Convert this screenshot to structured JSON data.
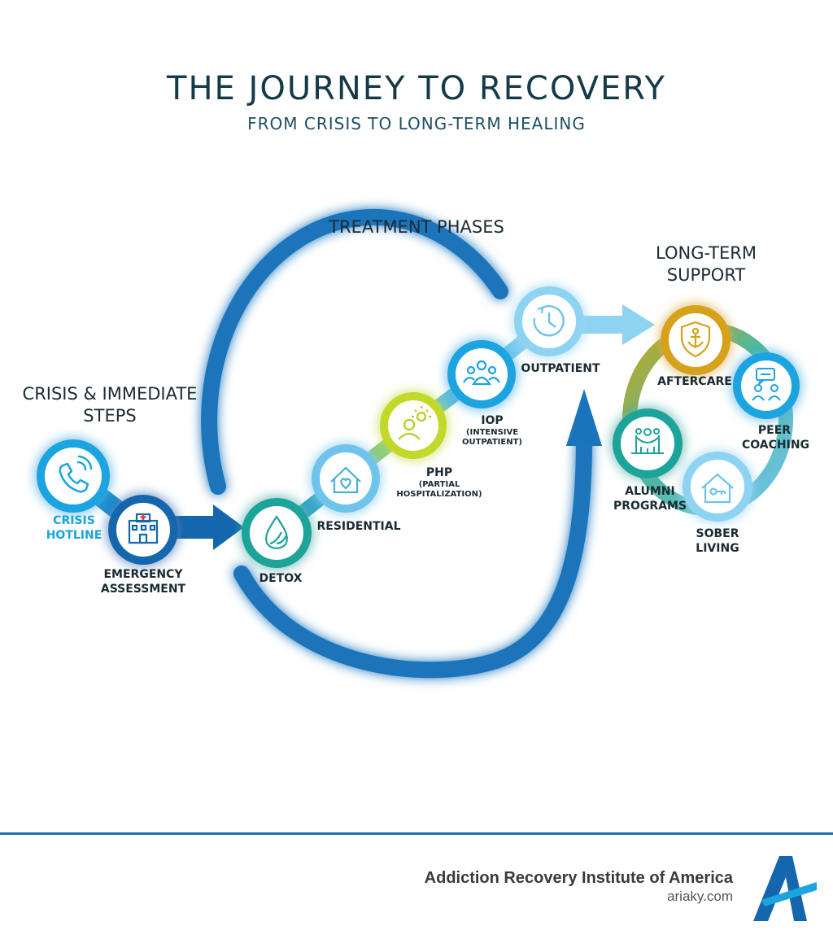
{
  "header": {
    "title": "THE JOURNEY TO RECOVERY",
    "subtitle": "FROM CRISIS TO LONG-TERM HEALING"
  },
  "sections": {
    "crisis": "CRISIS & IMMEDIATE STEPS",
    "treatment": "TREATMENT PHASES",
    "support": "LONG-TERM SUPPORT"
  },
  "crisis_steps": {
    "hotline": "CRISIS HOTLINE",
    "assessment": "EMERGENCY ASSESSMENT"
  },
  "treatment_steps": {
    "detox": "DETOX",
    "residential": "RESIDENTIAL",
    "php": "PHP",
    "php_sub": "(PARTIAL HOSPITALIZATION)",
    "iop": "IOP",
    "iop_sub": "(INTENSIVE OUTPATIENT)",
    "outpatient": "OUTPATIENT"
  },
  "support_steps": {
    "aftercare": "AFTERCARE",
    "peer": "PEER COACHING",
    "alumni": "ALUMNI PROGRAMS",
    "sober": "SOBER LIVING"
  },
  "footer": {
    "org": "Addiction Recovery Institute of America",
    "url": "ariaky.com"
  },
  "colors": {
    "dark_blue": "#1466ad",
    "light_blue": "#6fc4ec",
    "teal": "#1fa39a",
    "lime": "#c2d92a",
    "gold": "#d6a21b",
    "sky": "#1da4e0",
    "title": "#143a48"
  }
}
